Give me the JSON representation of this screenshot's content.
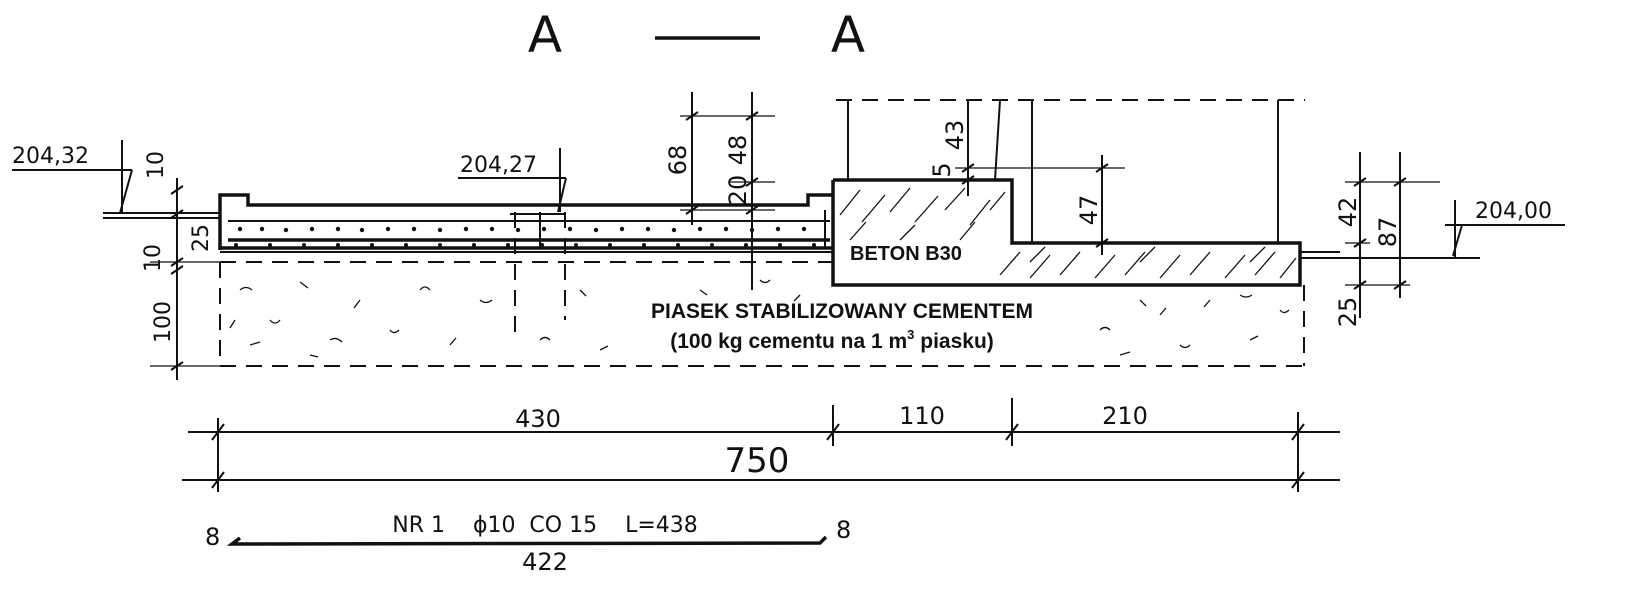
{
  "section": {
    "label_left": "A",
    "label_right": "A"
  },
  "elevations": {
    "left": "204,32",
    "middle": "204,27",
    "right": "204,00"
  },
  "materials": {
    "concrete": "BETON B30",
    "sand_line1": "PIASEK STABILIZOWANY CEMENTEM",
    "sand_line2_prefix": "(100 kg cementu na 1 m",
    "sand_line2_sup": "3",
    "sand_line2_suffix": " piasku)"
  },
  "dimensions": {
    "left_10_top": "10",
    "left_25": "25",
    "left_10": "10",
    "left_100": "100",
    "d68": "68",
    "d48": "48",
    "d20": "20",
    "d43": "43",
    "d5": "5",
    "d47": "47",
    "d42": "42",
    "d87": "87",
    "d25_right": "25",
    "w430": "430",
    "w110": "110",
    "w210": "210",
    "w750": "750"
  },
  "rebar": {
    "hook_left": "8",
    "hook_right": "8",
    "spec": "NR 1    ϕ10  CO 15    L=438",
    "length": "422"
  }
}
